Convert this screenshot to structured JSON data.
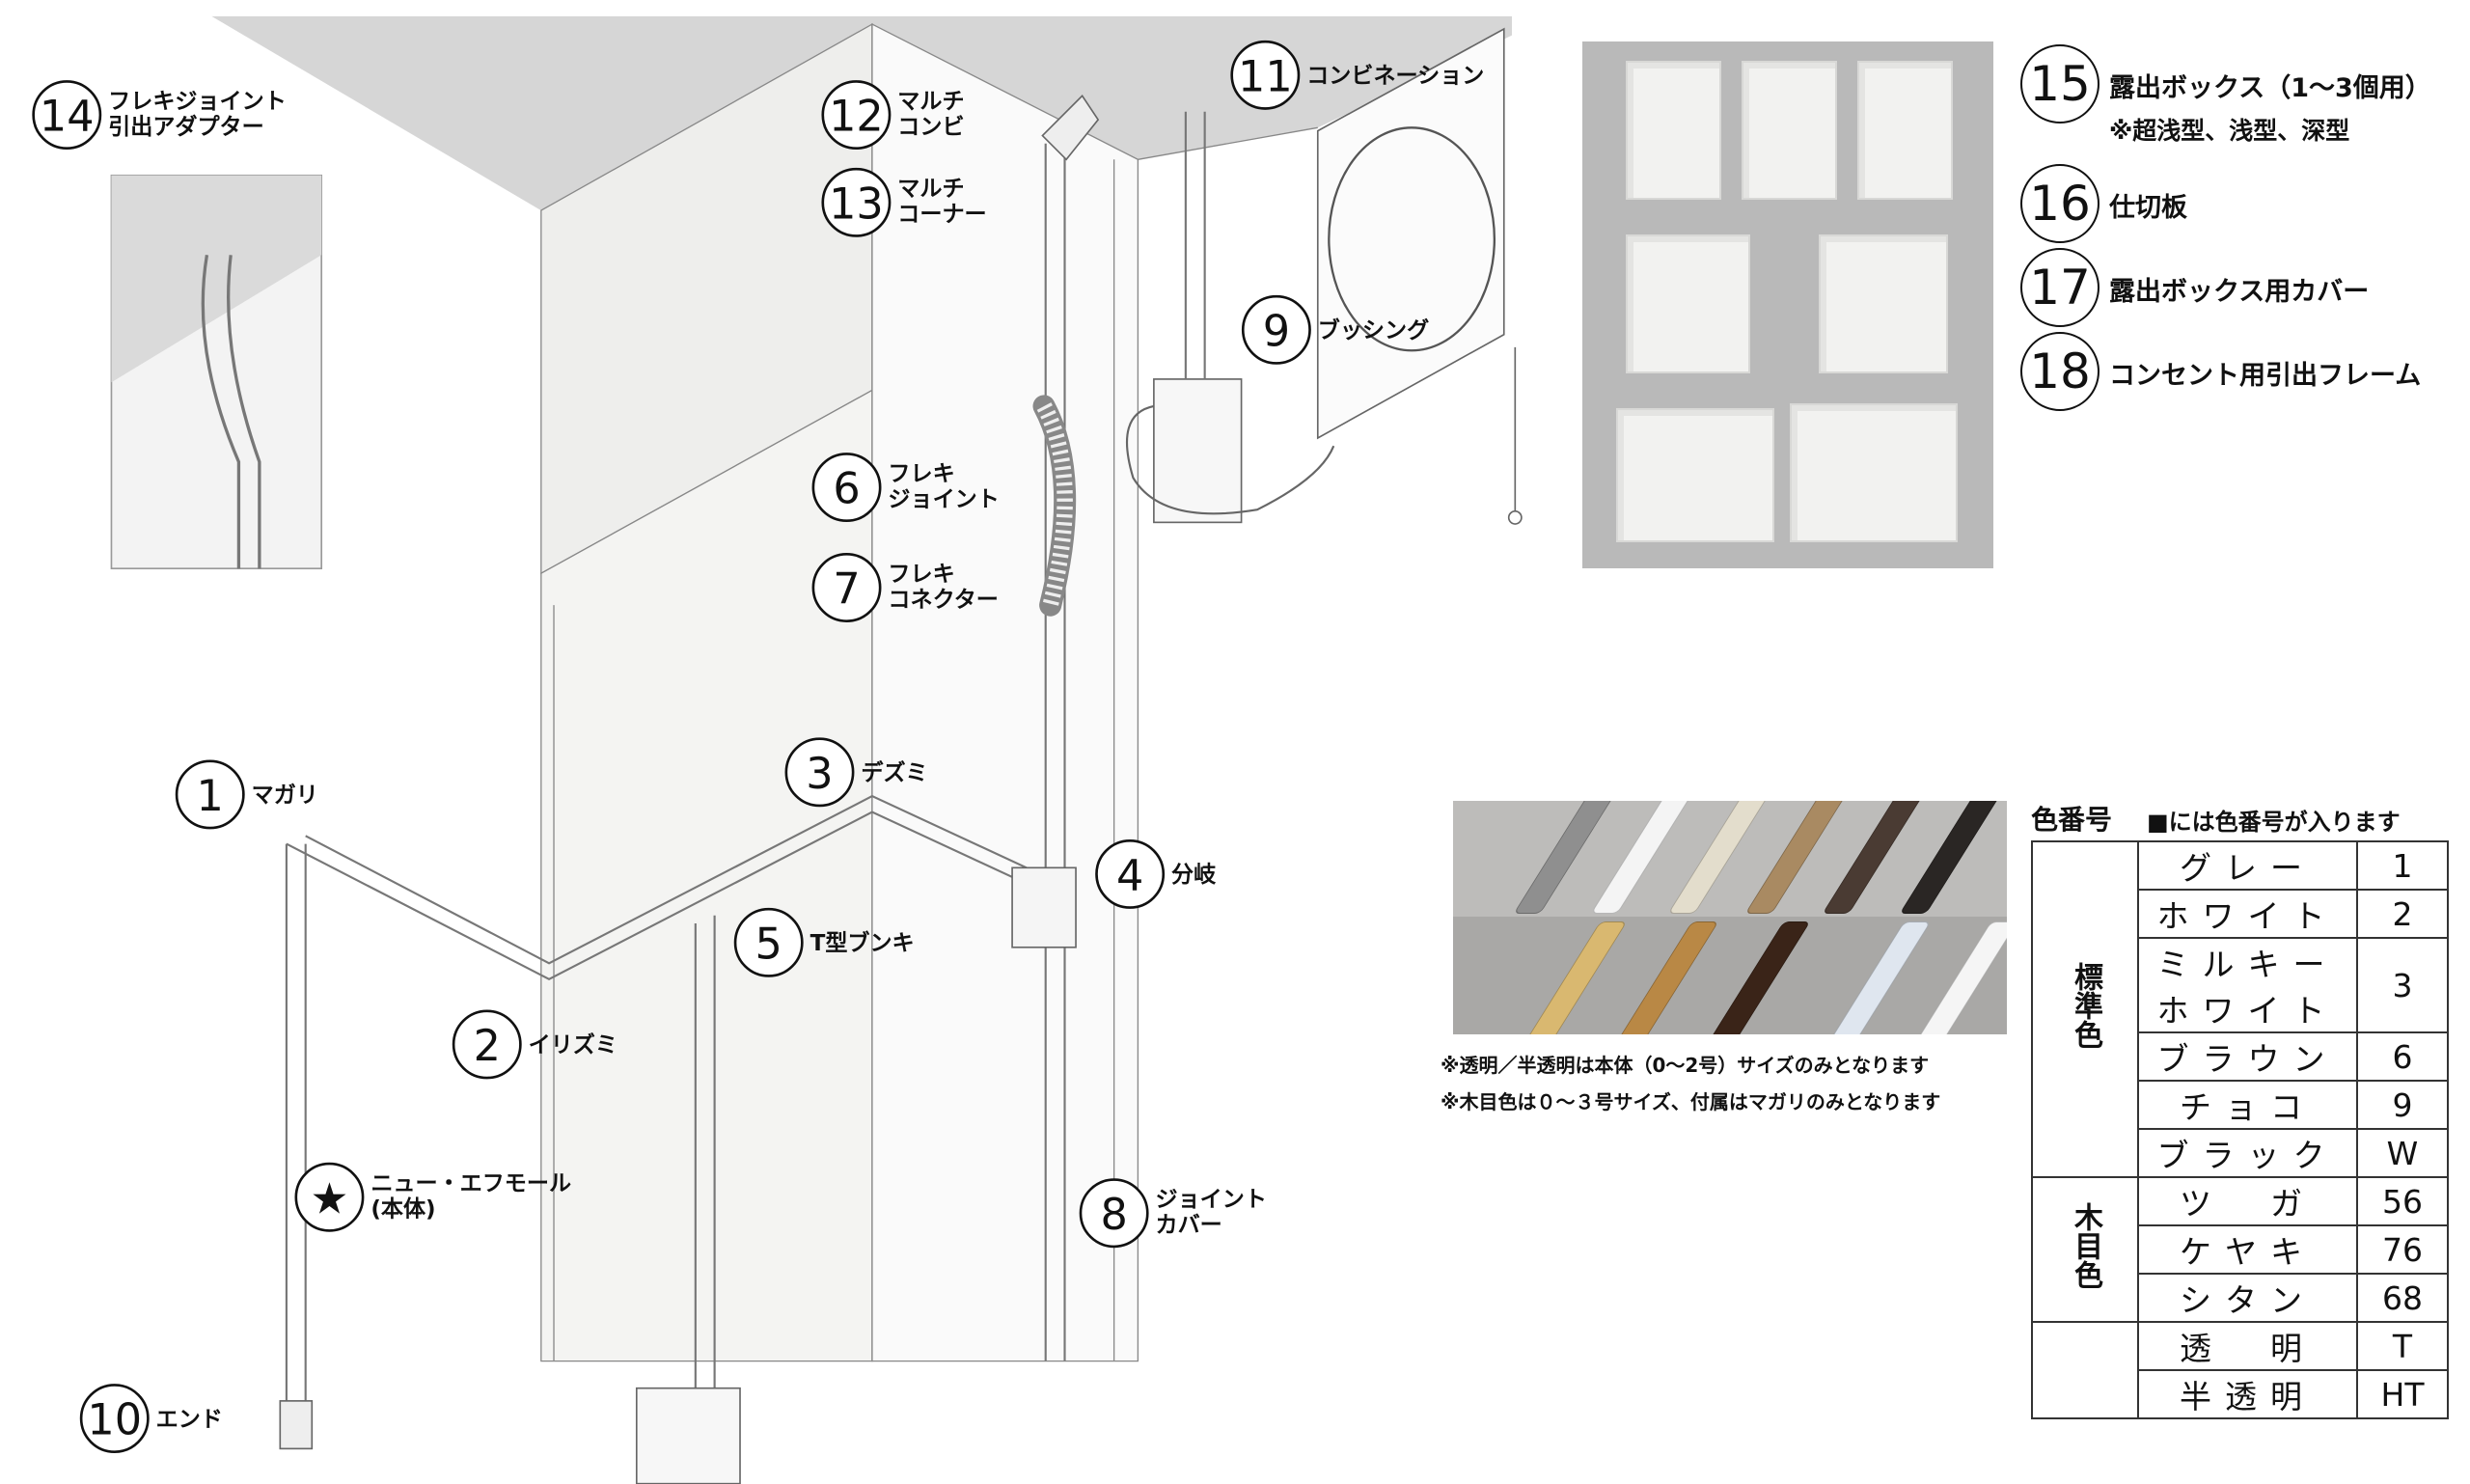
{
  "callouts": [
    {
      "num": "1",
      "label": [
        "マガリ"
      ]
    },
    {
      "num": "2",
      "label": [
        "イリズミ"
      ]
    },
    {
      "num": "3",
      "label": [
        "デズミ"
      ]
    },
    {
      "num": "4",
      "label": [
        "分岐"
      ]
    },
    {
      "num": "5",
      "label": [
        "T型ブンキ"
      ]
    },
    {
      "num": "6",
      "label": [
        "フレキ",
        "ジョイント"
      ]
    },
    {
      "num": "7",
      "label": [
        "フレキ",
        "コネクター"
      ]
    },
    {
      "num": "8",
      "label": [
        "ジョイント",
        "カバー"
      ]
    },
    {
      "num": "9",
      "label": [
        "ブッシング"
      ]
    },
    {
      "num": "10",
      "label": [
        "エンド"
      ]
    },
    {
      "num": "11",
      "label": [
        "コンビネーション"
      ]
    },
    {
      "num": "12",
      "label": [
        "マルチ",
        "コンビ"
      ]
    },
    {
      "num": "13",
      "label": [
        "マルチ",
        "コーナー"
      ]
    },
    {
      "num": "14",
      "label": [
        "フレキジョイント",
        "引出アダプター"
      ]
    },
    {
      "num": "★",
      "label": [
        "ニュー・エフモール",
        "(本体)"
      ]
    }
  ],
  "box_items": [
    {
      "num": "15",
      "label": "露出ボックス（1～3個用）",
      "sub": "※超浅型、浅型、深型"
    },
    {
      "num": "16",
      "label": "仕切板"
    },
    {
      "num": "17",
      "label": "露出ボックス用カバー"
    },
    {
      "num": "18",
      "label": "コンセント用引出フレーム"
    }
  ],
  "notes": [
    "※透明／半透明は本体（0～2号）サイズのみとなります",
    "※木目色は０～３号サイズ、付属はマガリのみとなります"
  ],
  "color_table": {
    "title": "色番号",
    "subtitle": "■には色番号が入ります",
    "groups": [
      "標準色",
      "木目色"
    ],
    "rows": [
      {
        "name": "グレー",
        "code": "1"
      },
      {
        "name": "ホワイト",
        "code": "2"
      },
      {
        "name": "ミルキーホワイト",
        "code": "3"
      },
      {
        "name": "ブラウン",
        "code": "6"
      },
      {
        "name": "チョコ",
        "code": "9"
      },
      {
        "name": "ブラック",
        "code": "W"
      },
      {
        "name": "ツ　ガ",
        "code": "56"
      },
      {
        "name": "ケヤキ",
        "code": "76"
      },
      {
        "name": "シタン",
        "code": "68"
      },
      {
        "name": "透　明",
        "code": "T"
      },
      {
        "name": "半透明",
        "code": "HT"
      }
    ]
  },
  "swatches": [
    "#8f8f8f",
    "#f4f4f4",
    "#e3ddcc",
    "#a98a62",
    "#4a3b33",
    "#2a2624",
    "#d9b870",
    "#b98845",
    "#3a2418",
    "#dfe6ef",
    "#f5f5f5"
  ]
}
